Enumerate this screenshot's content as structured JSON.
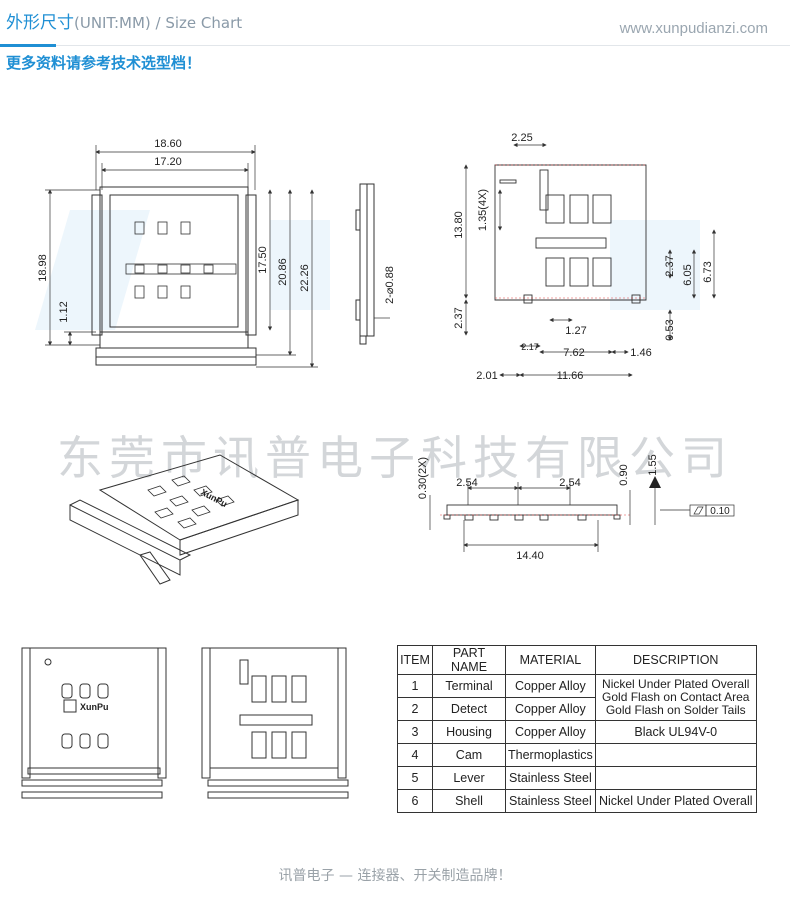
{
  "header": {
    "title_cn": "外形尺寸",
    "title_sub": "(UNIT:MM) / Size Chart",
    "website": "www.xunpudianzi.com",
    "subtitle": "更多资料请参考技术选型档！"
  },
  "watermark": "东莞市讯普电子科技有限公司",
  "logo_text": "XunPu",
  "dimensions": {
    "front": {
      "width_outer": "18.60",
      "width_inner": "17.20",
      "height_left": "18.98",
      "height_a": "17.50",
      "height_b": "20.86",
      "height_c": "22.26",
      "offset": "1.12"
    },
    "side": {
      "hole": "2-⌀0.88"
    },
    "pcb": {
      "top": "2.25",
      "v_total": "13.80",
      "v_pitch": "1.35(4X)",
      "v_bottom": "2.37",
      "r_a": "2.37",
      "r_b": "6.05",
      "r_c": "6.73",
      "r_d": "0.53",
      "pitch": "1.27",
      "b_left": "2.17",
      "b_mid": "7.62",
      "b_right": "1.46",
      "b_outer_left": "2.01",
      "b_outer_mid": "11.66"
    },
    "bottom": {
      "pitch_a": "2.54",
      "pitch_b": "2.54",
      "width": "14.40",
      "v_left": "0.30(2X)",
      "v_mid": "0.90",
      "v_right": "1.55",
      "flatness": "0.10"
    }
  },
  "table": {
    "headers": [
      "ITEM",
      "PART NAME",
      "MATERIAL",
      "DESCRIPTION"
    ],
    "rows": [
      {
        "item": "1",
        "part": "Terminal",
        "material": "Copper Alloy"
      },
      {
        "item": "2",
        "part": "Detect",
        "material": "Copper Alloy"
      },
      {
        "item": "3",
        "part": "Housing",
        "material": "Copper Alloy",
        "description": "Black UL94V-0"
      },
      {
        "item": "4",
        "part": "Cam",
        "material": "Thermoplastics",
        "description": ""
      },
      {
        "item": "5",
        "part": "Lever",
        "material": "Stainless Steel",
        "description": ""
      },
      {
        "item": "6",
        "part": "Shell",
        "material": "Stainless Steel",
        "description": "Nickel Under Plated Overall"
      }
    ],
    "merged_description": [
      "Nickel Under Plated Overall",
      "Gold Flash on Contact Area",
      "Gold Flash on Solder Tails"
    ]
  },
  "footer": "讯普电子 — 连接器、开关制造品牌！"
}
